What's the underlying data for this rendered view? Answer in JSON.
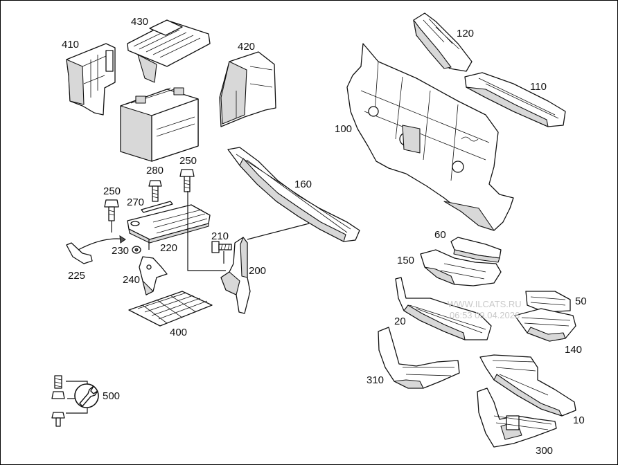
{
  "labels": {
    "p10": "10",
    "p20": "20",
    "p50": "50",
    "p60": "60",
    "p100": "100",
    "p110": "110",
    "p120": "120",
    "p140": "140",
    "p150": "150",
    "p160": "160",
    "p200": "200",
    "p210": "210",
    "p220": "220",
    "p225": "225",
    "p230": "230",
    "p240": "240",
    "p250a": "250",
    "p250b": "250",
    "p270": "270",
    "p280": "280",
    "p300": "300",
    "p310": "310",
    "p400": "400",
    "p410": "410",
    "p420": "420",
    "p430": "430",
    "p500": "500"
  },
  "watermark": {
    "site": "WWW.ILCATS.RU",
    "stamp": "06:53 09.04.2026"
  },
  "icons": {
    "tool_symbol": "wrench-icon"
  }
}
